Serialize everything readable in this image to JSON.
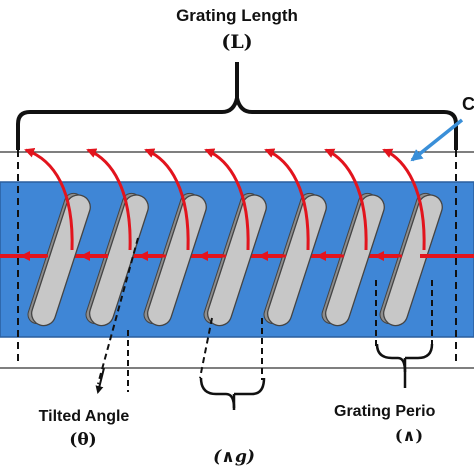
{
  "labels": {
    "grating_length": "Grating Length",
    "grating_length_symbol": "(L)",
    "corner_letter": "C",
    "tilted_angle": "Tilted Angle",
    "tilted_angle_symbol": "(θ)",
    "grating_period_g_symbol": "(∧g)",
    "grating_period": "Grating Perio",
    "grating_period_symbol": "(∧)"
  },
  "colors": {
    "fiber_cladding": "#3f86d6",
    "fiber_edge": "#2a5f9e",
    "grating_plate": "#c7c7c7",
    "grating_plate_dark": "#8e8e8e",
    "light_ray": "#e2141d",
    "pointer_arrow": "#3a8fd8",
    "line": "#111111"
  },
  "grating_plate_count": 7,
  "backward_arrow_count": 7
}
